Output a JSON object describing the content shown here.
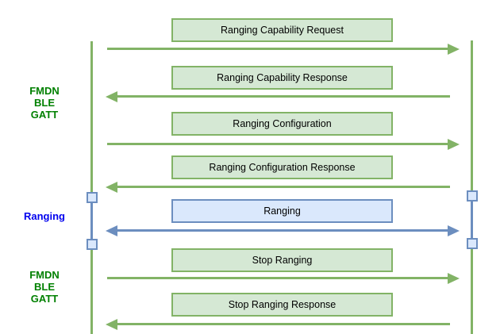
{
  "diagram_type": "sequence-diagram",
  "colors": {
    "green_stroke": "#82b366",
    "green_fill": "#d5e8d4",
    "blue_stroke": "#6c8ebf",
    "blue_fill": "#dae8fc",
    "phase_label_green": "#008000",
    "phase_label_blue": "#0000ee",
    "message_text": "#000000",
    "background": "#ffffff"
  },
  "phases": [
    {
      "label": "FMDN\nBLE\nGATT",
      "color": "green"
    },
    {
      "label": "Ranging",
      "color": "blue"
    },
    {
      "label": "FMDN\nBLE\nGATT",
      "color": "green"
    }
  ],
  "lifelines": {
    "count": 2,
    "connector_squares_per_lifeline": 2
  },
  "messages": [
    {
      "label": "Ranging Capability Request",
      "direction": "right",
      "style": "green"
    },
    {
      "label": "Ranging Capability Response",
      "direction": "left",
      "style": "green"
    },
    {
      "label": "Ranging Configuration",
      "direction": "right",
      "style": "green"
    },
    {
      "label": "Ranging Configuration Response",
      "direction": "left",
      "style": "green"
    },
    {
      "label": "Ranging",
      "direction": "both",
      "style": "blue"
    },
    {
      "label": "Stop Ranging",
      "direction": "right",
      "style": "green"
    },
    {
      "label": "Stop Ranging Response",
      "direction": "left",
      "style": "green"
    }
  ]
}
